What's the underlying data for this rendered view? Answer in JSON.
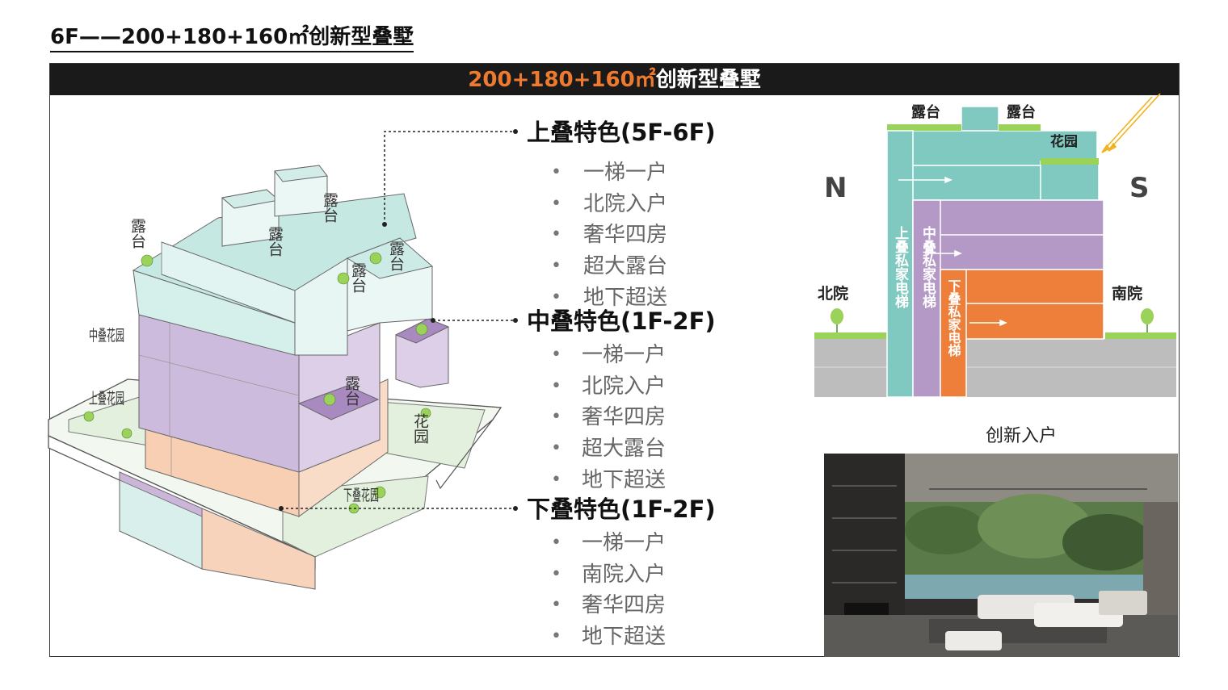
{
  "page": {
    "heading": "6F——200+180+160㎡创新型叠墅",
    "title_accent": "200+180+160㎡",
    "title_rest": "创新型叠墅"
  },
  "building": {
    "labels": {
      "lutai_1": "露台",
      "lutai_2": "露台",
      "lutai_3": "露台",
      "lutai_4": "露台",
      "lutai_5": "露台",
      "lutai_6": "露台",
      "zhongdie_huayuan": "中叠花园",
      "shangdie_huayuan": "上叠花园",
      "huayuan": "花园",
      "xiadie_huayuan": "下叠花园"
    }
  },
  "features": [
    {
      "heading": "上叠特色(5F-6F)",
      "items": [
        "一梯一户",
        "北院入户",
        "奢华四房",
        "超大露台",
        "地下超送"
      ]
    },
    {
      "heading": "中叠特色(1F-2F)",
      "items": [
        "一梯一户",
        "北院入户",
        "奢华四房",
        "超大露台",
        "地下超送"
      ]
    },
    {
      "heading": "下叠特色(1F-2F)",
      "items": [
        "一梯一户",
        "南院入户",
        "奢华四房",
        "地下超送"
      ]
    }
  ],
  "section": {
    "north": "N",
    "south": "S",
    "north_yard": "北院",
    "south_yard": "南院",
    "terrace_left": "露台",
    "terrace_right": "露台",
    "garden": "花园",
    "upper_elevator": "上叠私家电梯",
    "middle_elevator": "中叠私家电梯",
    "lower_elevator": "下叠私家电梯",
    "caption": "创新入户"
  },
  "colors": {
    "teal": "#7fc9c1",
    "purple": "#b499c7",
    "orange": "#ee7f3a",
    "green": "#9bd35a",
    "ground": "#bdbdbd"
  }
}
